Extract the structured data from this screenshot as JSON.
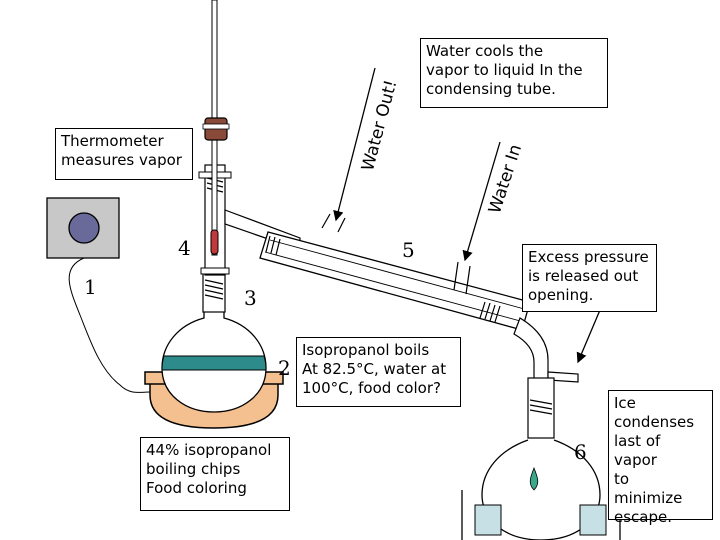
{
  "callouts": {
    "thermometer": "Thermometer\nmeasures vapor",
    "water_cools": "Water cools the\nvapor to liquid In the\ncondensing tube.",
    "excess_pressure": "Excess pressure\nis released out\nopening.",
    "isopropanol": "Isopropanol boils\nAt 82.5°C, water at\n100°C, food color?",
    "mixture": "44% isopropanol\nboiling chips\nFood coloring",
    "ice": "Ice\ncondenses\nlast of vapor\nto\nminimize\nescape."
  },
  "labels": {
    "water_out": "Water Out!",
    "water_in": "Water In"
  },
  "numbers": {
    "n1": "1",
    "n2": "2",
    "n3": "3",
    "n4": "4",
    "n5": "5",
    "n6": "6"
  },
  "colors": {
    "liquid": "#2e8b8b",
    "heater": "#f4c090",
    "stopper": "#8a4a3a",
    "thermo_bulb": "#c0393b",
    "knob": "#6a6a9a",
    "ice": "#c6e0e6",
    "droplet": "#3aa88a"
  }
}
